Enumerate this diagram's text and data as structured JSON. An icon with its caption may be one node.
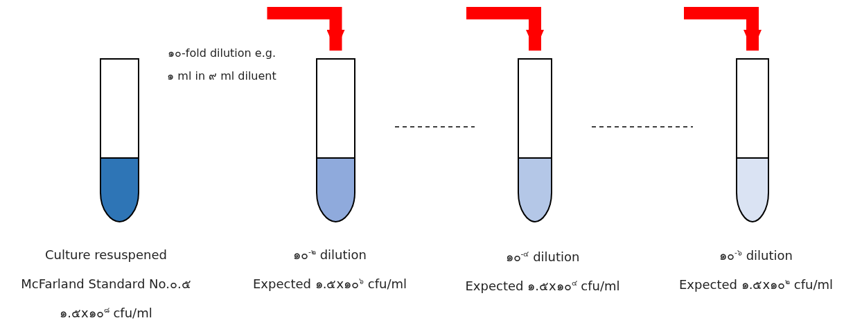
{
  "diagram": {
    "nodes": [
      {
        "text": [],
        "shape": "tube",
        "beside": [
          "Culture resuspened",
          "McFarland Standard No.๐.๕",
          "๑.๕x๑๐$^{๘}$ cfu/ml"
        ]
      },
      {
        "text": [],
        "shape": "tube",
        "beside": [
          "๑๐$^{-๒}$ dilution",
          "Expected ๑.๕x๑๐$^{๖}$ cfu/ml"
        ]
      },
      {
        "text": [],
        "shape": "tube",
        "beside": [
          "๑๐$^{-๔}$ dilution",
          "Expected ๑.๕x๑๐$^{๔}$ cfu/ml"
        ]
      },
      {
        "text": [],
        "shape": "tube",
        "beside": [
          "๑๐$^{-๖}$ dilution",
          "Expected ๑.๕x๑๐$^{๒}$ cfu/ml"
        ]
      }
    ],
    "edges": [
      {
        "from": null,
        "to": 1,
        "arrow": "to",
        "color": "#ff0000"
      },
      {
        "from": null,
        "to": 2,
        "arrow": "to",
        "color": "#ff0000"
      },
      {
        "from": null,
        "to": 3,
        "arrow": "to",
        "color": "#ff0000"
      },
      {
        "from": 1,
        "to": 2,
        "arrow": "none",
        "style": "dashed",
        "color": "#000000"
      },
      {
        "from": 2,
        "to": 3,
        "arrow": "none",
        "style": "dashed",
        "color": "#000000"
      }
    ],
    "labels": [
      "๑๐-fold dilution e.g. ๑ ml in ๙ ml diluent"
    ]
  }
}
